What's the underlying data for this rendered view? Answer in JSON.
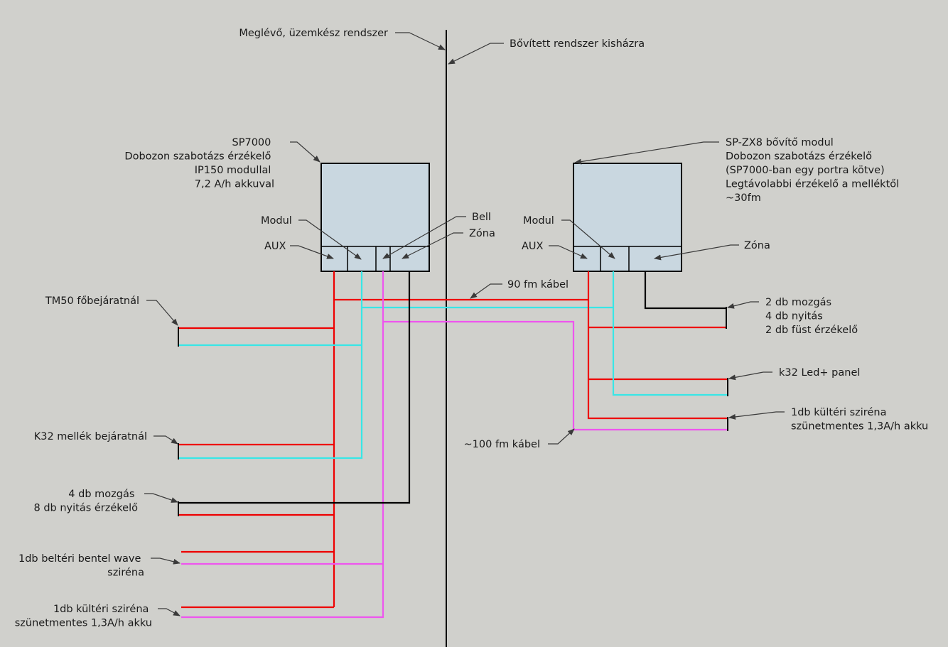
{
  "colors": {
    "background": "#d0d0cc",
    "box_fill": "#c9d7e0",
    "power_wire": "#ee0000",
    "cyan_wire": "#38e6e6",
    "magenta_wire": "#ee55ee",
    "zone_wire": "#000000"
  },
  "top": {
    "left_label": "Meglévő, üzemkész rendszer",
    "right_label": "Bővített rendszer kisházra"
  },
  "sp7000": {
    "lines": [
      "SP7000",
      "Dobozon szabotázs érzékelő",
      "IP150 modullal",
      "7,2 A/h akkuval"
    ],
    "modul": "Modul",
    "aux": "AUX",
    "bell": "Bell",
    "zona": "Zóna"
  },
  "zx8": {
    "lines": [
      "SP-ZX8 bővítő modul",
      "Dobozon szabotázs érzékelő",
      "(SP7000-ban egy portra kötve)",
      "Legtávolabbi érzékelő a melléktől",
      "~30fm"
    ],
    "modul": "Modul",
    "aux": "AUX",
    "zona": "Zóna"
  },
  "cables": {
    "c90": "90 fm kábel",
    "c100": "~100 fm kábel"
  },
  "left_devices": {
    "tm50": [
      "TM50 főbejáratnál"
    ],
    "k32": [
      "K32 mellék bejáratnál"
    ],
    "sensors": [
      "4 db mozgás",
      "8 db nyitás érzékelő"
    ],
    "indoor_siren": [
      "1db beltéri bentel wave",
      "sziréna"
    ],
    "outdoor_siren": [
      "1db kültéri sziréna",
      "szünetmentes 1,3A/h akku"
    ]
  },
  "right_devices": {
    "sensors": [
      "2 db mozgás",
      "4 db nyitás",
      "2 db füst érzékelő"
    ],
    "k32led": [
      "k32 Led+ panel"
    ],
    "outdoor_siren": [
      "1db kültéri sziréna",
      "szünetmentes 1,3A/h akku"
    ]
  }
}
